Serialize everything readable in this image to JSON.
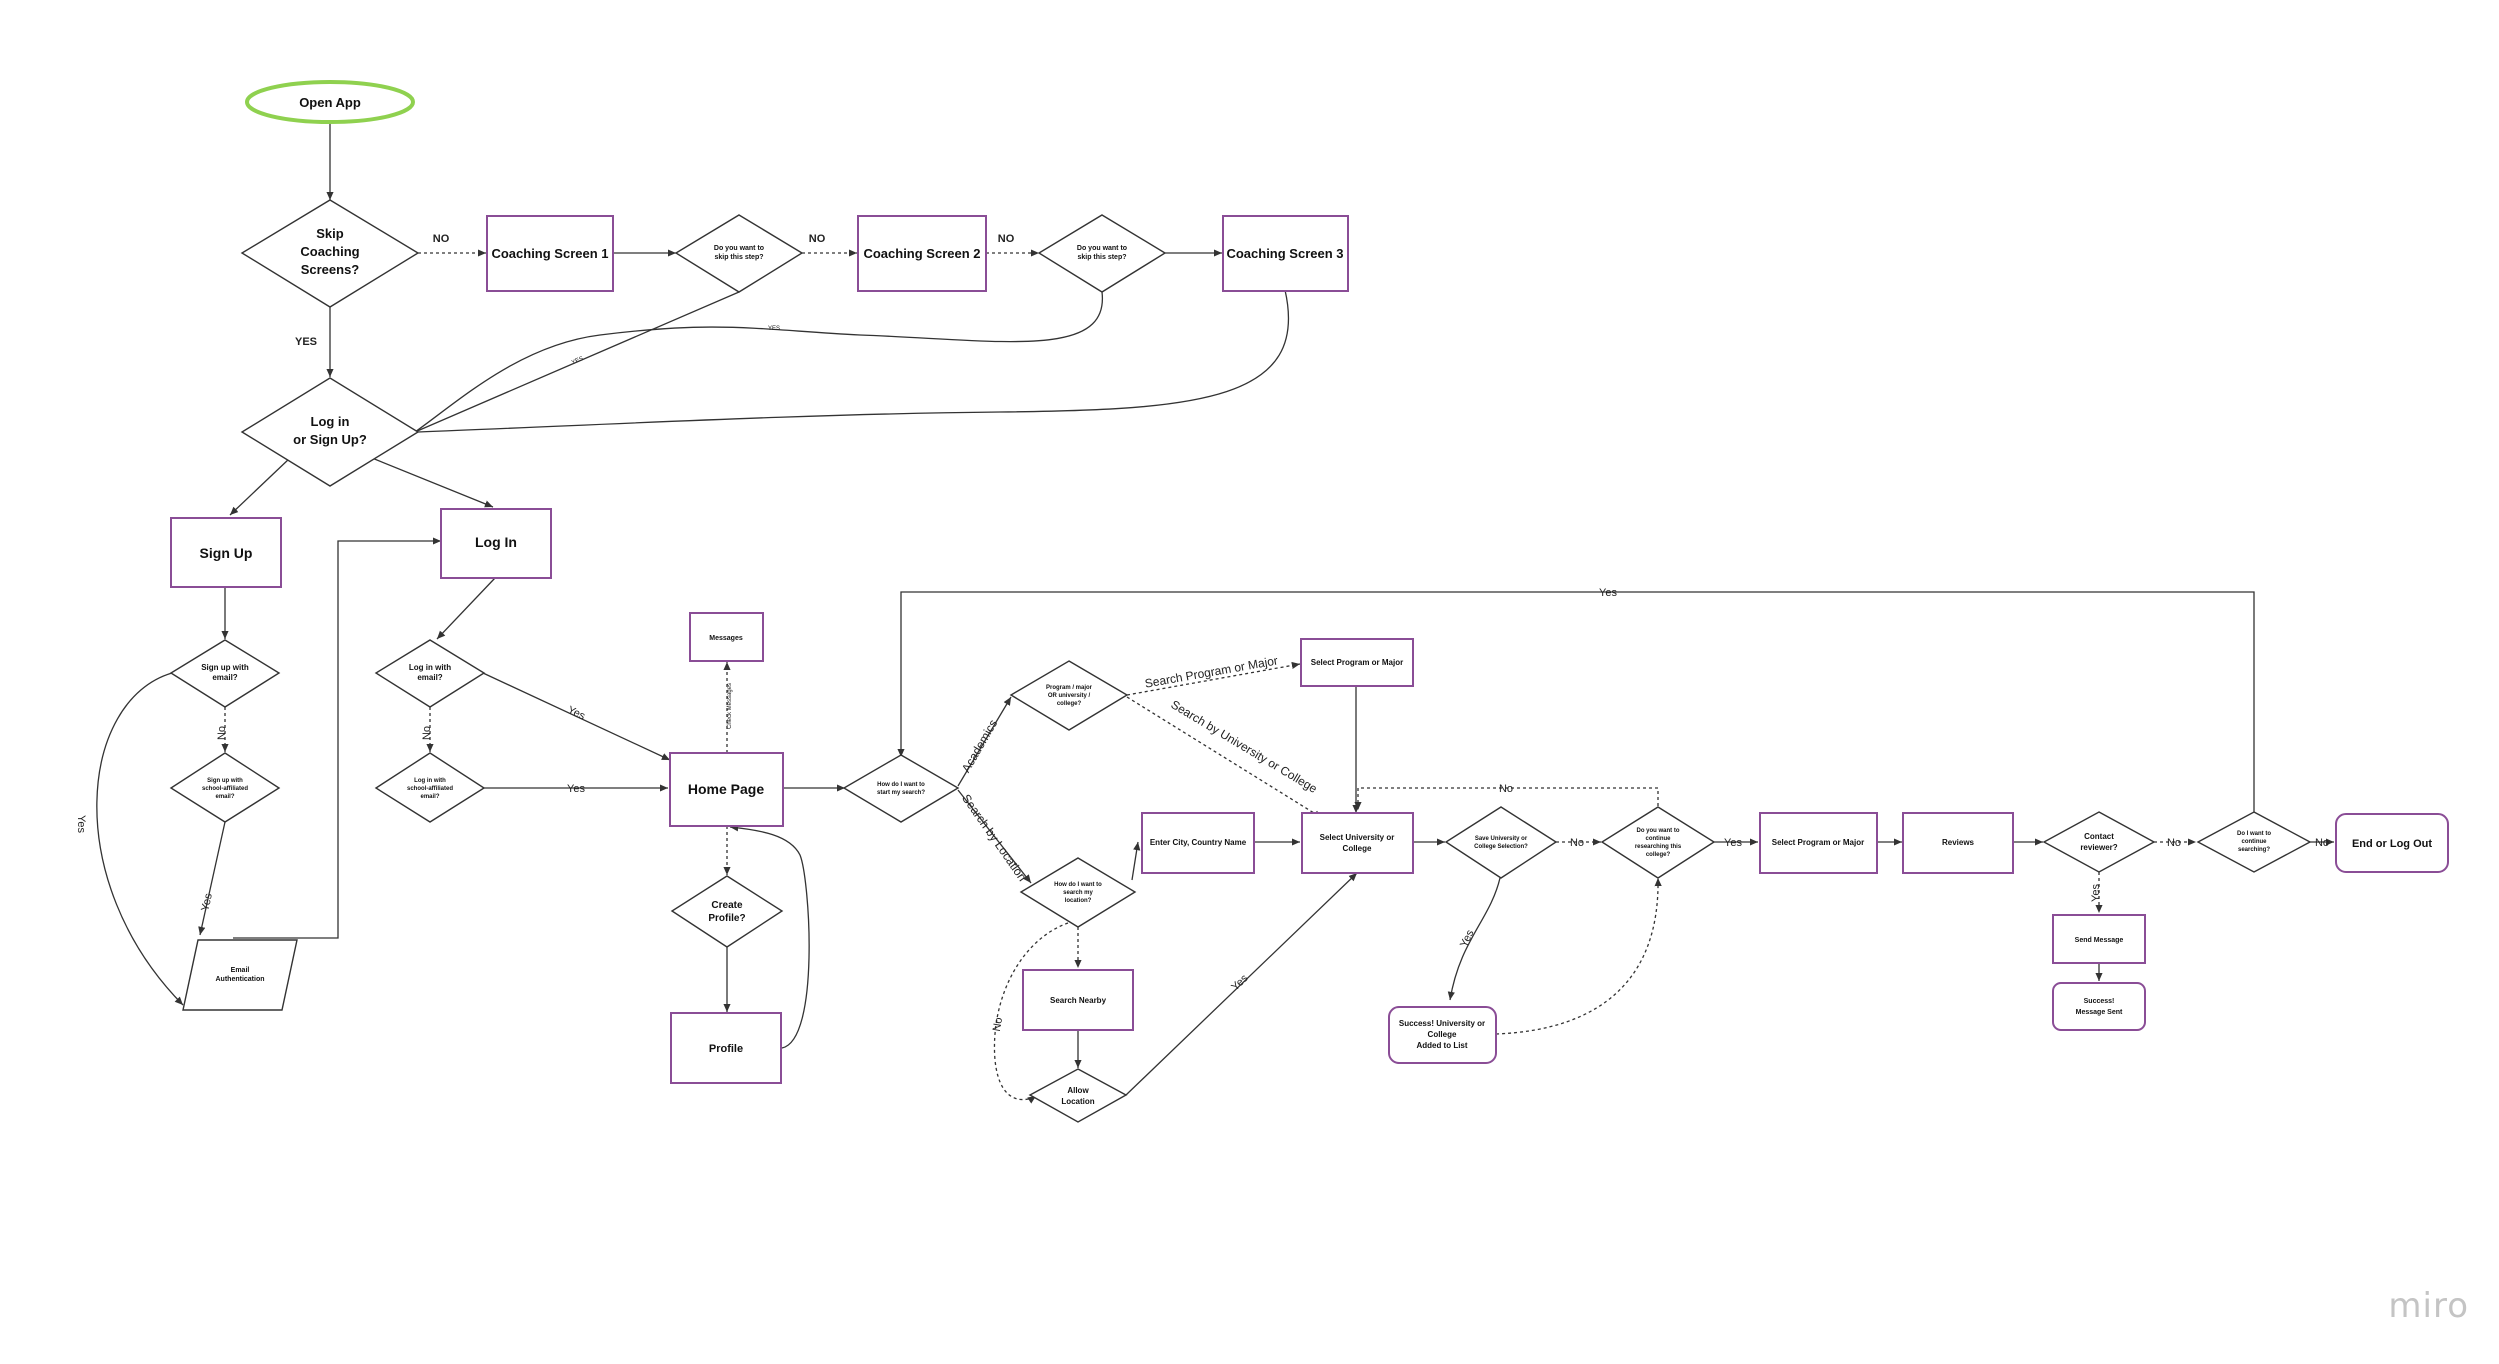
{
  "colors": {
    "accent": "#8a4d96",
    "start": "#8fd14f",
    "line": "#333333"
  },
  "watermark": "miro",
  "nodes": {
    "open_app": "Open App",
    "skip_coaching": [
      "Skip",
      "Coaching",
      "Screens?"
    ],
    "coaching1": "Coaching Screen 1",
    "skip_step1": [
      "Do you want to",
      "skip this step?"
    ],
    "coaching2": "Coaching Screen 2",
    "skip_step2": [
      "Do you want to",
      "skip this step?"
    ],
    "coaching3": "Coaching Screen 3",
    "login_signup": [
      "Log in",
      "or Sign Up?"
    ],
    "signup": "Sign Up",
    "login": "Log In",
    "signup_email": [
      "Sign up with",
      "email?"
    ],
    "signup_school": [
      "Sign up with",
      "school-affiliated",
      "email?"
    ],
    "email_auth": [
      "Email",
      "Authentication"
    ],
    "login_email": [
      "Log in with",
      "email?"
    ],
    "login_school": [
      "Log in with",
      "school-affiliated",
      "email?"
    ],
    "messages": "Messages",
    "home": "Home Page",
    "create_profile": [
      "Create",
      "Profile?"
    ],
    "profile": "Profile",
    "start_search": [
      "How do I want to",
      "start my search?"
    ],
    "program_or_uni": [
      "Program / major",
      "OR university /",
      "college?"
    ],
    "select_program_top": "Select Program or Major",
    "search_location": [
      "How do I want to",
      "search my",
      "location?"
    ],
    "enter_city": "Enter City, Country Name",
    "select_uni": [
      "Select University or",
      "College"
    ],
    "search_nearby": "Search Nearby",
    "allow_location": [
      "Allow",
      "Location"
    ],
    "save_selection": [
      "Save University or",
      "College Selection?"
    ],
    "success_added": [
      "Success! University or",
      "College",
      "Added to List"
    ],
    "continue_researching": [
      "Do you want to",
      "continue",
      "researching this",
      "college?"
    ],
    "select_program_right": "Select Program or Major",
    "reviews": "Reviews",
    "contact_reviewer": [
      "Contact",
      "reviewer?"
    ],
    "send_message": "Send Message",
    "success_sent": [
      "Success!",
      "Message Sent"
    ],
    "continue_searching": [
      "Do I want to",
      "continue",
      "searching?"
    ],
    "end_logout": "End or Log Out"
  },
  "labels": {
    "no1": "NO",
    "no2": "NO",
    "no3": "NO",
    "yes_skip": "YES",
    "yes_small1": "YES",
    "yes_small2": "YES",
    "su_no": "No",
    "su_yes": "Yes",
    "su_yes_curve": "Yes",
    "li_no": "No",
    "li_yes_email": "Yes",
    "li_yes_school": "Yes",
    "check_messages": "Check Messages",
    "academics": "Academics",
    "search_by_location": "Search by Location",
    "search_program": "Search Program or Major",
    "search_university": "Search by University or College",
    "loc_no": "No",
    "allow_yes": "Yes",
    "save_no": "No",
    "save_yes": "Yes",
    "cont_no": "No",
    "cont_yes": "Yes",
    "contact_no": "No",
    "contact_yes": "Yes",
    "search_no": "No",
    "loop_yes": "Yes"
  }
}
